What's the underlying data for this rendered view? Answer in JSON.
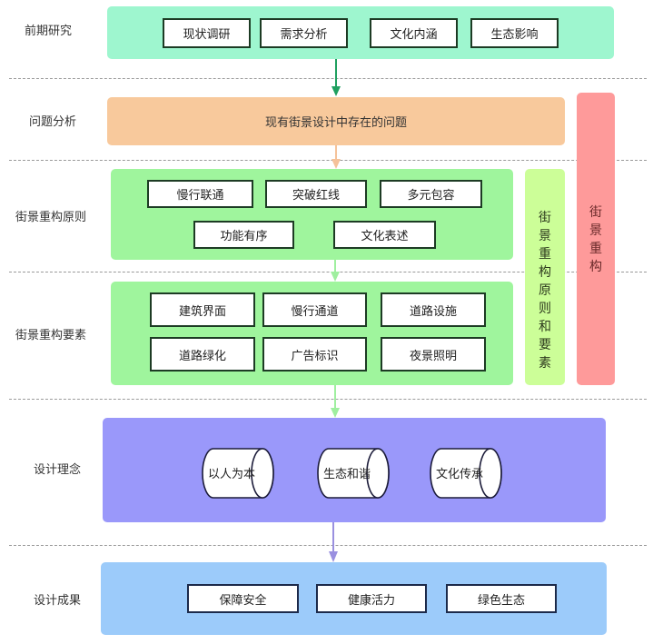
{
  "colors": {
    "research_panel": "#9ef6cf",
    "problem_panel": "#f8c99c",
    "principle_panel": "#9ff59d",
    "element_panel": "#9ff59d",
    "concept_panel": "#9a98fa",
    "result_panel": "#9ccbfa",
    "side_bar_green": "#ccfe98",
    "side_bar_red": "#fe9a9a",
    "arrow_1": "#20a060",
    "arrow_2": "#f5c29a",
    "arrow_3": "#9fef9f",
    "arrow_4": "#9fef9f",
    "arrow_5": "#9a90e0"
  },
  "rows": {
    "research": {
      "label": "前期研究",
      "items": [
        "现状调研",
        "需求分析",
        "文化内涵",
        "生态影响"
      ]
    },
    "problem": {
      "label": "问题分析",
      "text": "现有街景设计中存在的问题"
    },
    "principles": {
      "label": "街景重构原则",
      "items": [
        "慢行联通",
        "突破红线",
        "多元包容",
        "功能有序",
        "文化表述"
      ]
    },
    "elements": {
      "label": "街景重构要素",
      "items": [
        "建筑界面",
        "慢行通道",
        "道路设施",
        "道路绿化",
        "广告标识",
        "夜景照明"
      ]
    },
    "concept": {
      "label": "设计理念",
      "items": [
        "以人为本",
        "生态和谐",
        "文化传承"
      ]
    },
    "results": {
      "label": "设计成果",
      "items": [
        "保障安全",
        "健康活力",
        "绿色生态"
      ]
    }
  },
  "side_bars": {
    "green": {
      "chars": [
        "街",
        "景",
        "重",
        "构",
        "原",
        "则",
        "和",
        "要",
        "素"
      ]
    },
    "red": {
      "chars": [
        "街",
        "景",
        "重",
        "构"
      ]
    }
  }
}
